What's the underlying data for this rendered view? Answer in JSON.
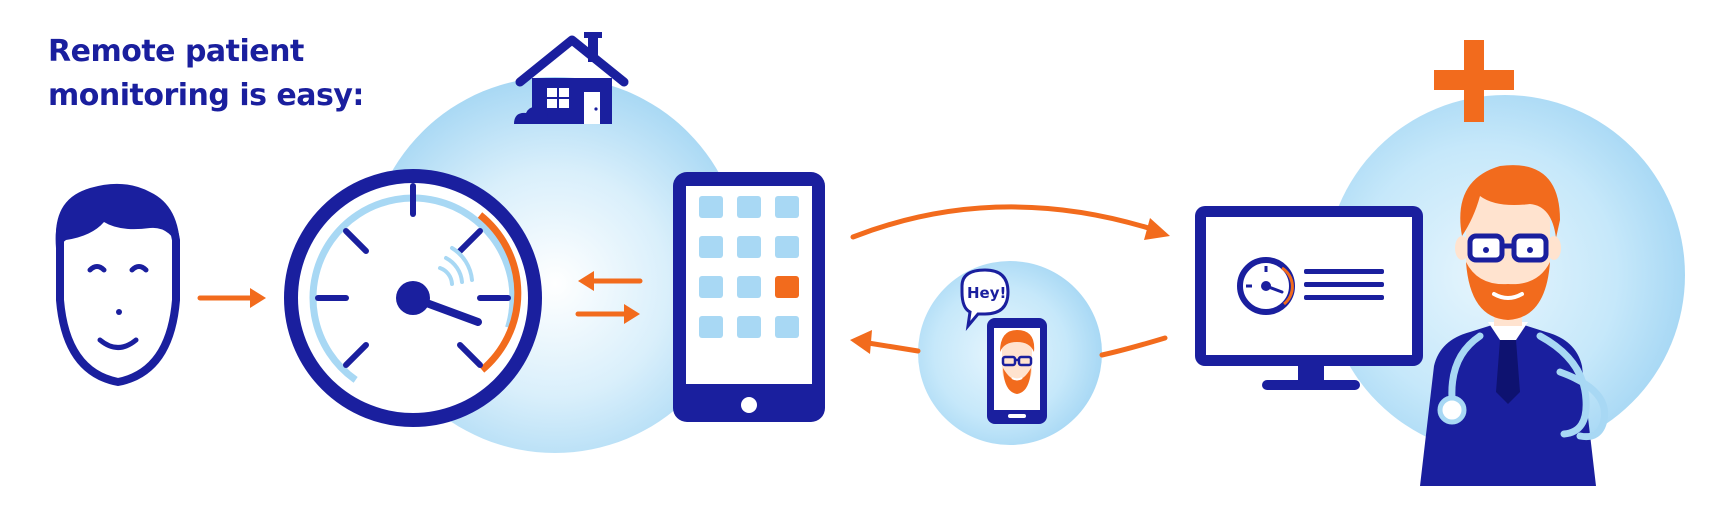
{
  "title": {
    "line1": "Remote patient",
    "line2": "monitoring is easy:"
  },
  "bubble_text": "Hey!",
  "colors": {
    "navy": "#1a1f9e",
    "orange": "#f26b1d",
    "light_blue": "#a8d8f4",
    "pale_blue": "#d9effb",
    "white": "#ffffff"
  },
  "icons": [
    "patient-face-icon",
    "blood-pressure-gauge-icon",
    "house-icon",
    "tablet-icon",
    "smartphone-video-call-icon",
    "speech-bubble-icon",
    "desktop-monitor-icon",
    "medical-cross-icon",
    "doctor-icon",
    "stethoscope-icon"
  ]
}
